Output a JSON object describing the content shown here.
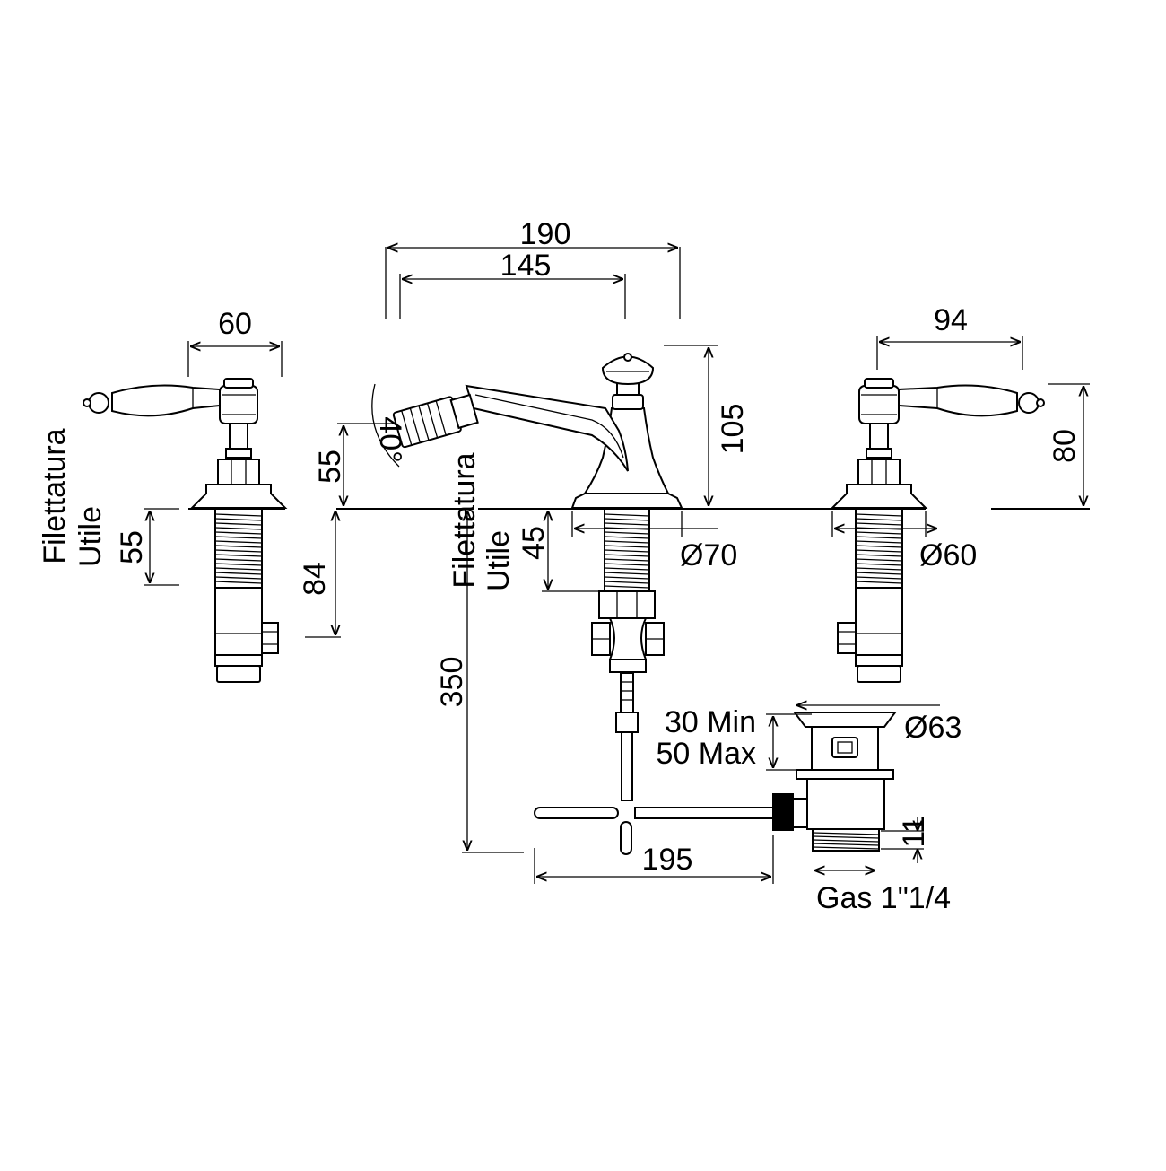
{
  "dimensions": {
    "d190": "190",
    "d145": "145",
    "d60": "60",
    "d94": "94",
    "d105": "105",
    "d80": "80",
    "d55_spout": "55",
    "angle": "40°",
    "d55_thread": "55",
    "d84": "84",
    "d45": "45",
    "d350": "350",
    "d70": "Ø70",
    "d60_base": "Ø60",
    "d63": "Ø63",
    "min30": "30 Min",
    "max50": "50 Max",
    "d195": "195",
    "d11": "11",
    "gas": "Gas 1\"1/4"
  },
  "labels": {
    "thread_left_1": "Filettatura",
    "thread_left_2": "Utile",
    "thread_mid_1": "Filettatura",
    "thread_mid_2": "Utile"
  },
  "colors": {
    "line": "#000000",
    "background": "#ffffff"
  }
}
